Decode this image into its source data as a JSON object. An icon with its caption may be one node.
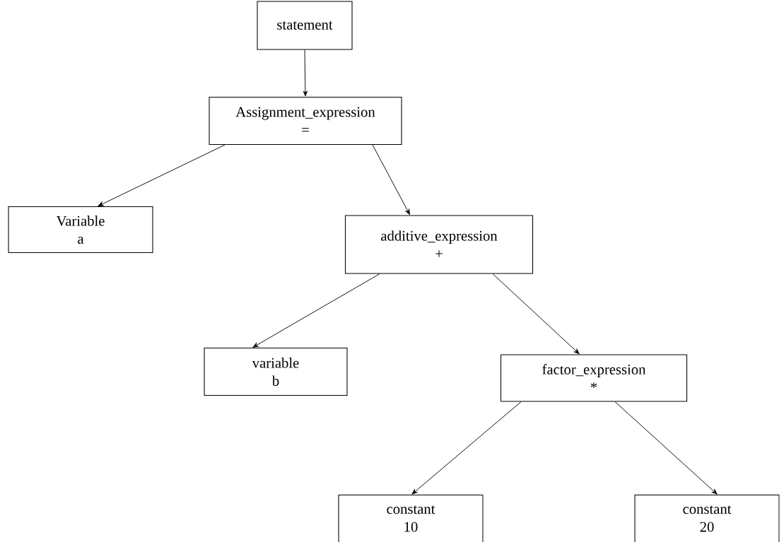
{
  "diagram": {
    "nodes": [
      {
        "text": [
          "statement"
        ]
      },
      {
        "text": [
          "Assignment_expression",
          "="
        ]
      },
      {
        "text": [
          "Variable",
          "a"
        ]
      },
      {
        "text": [
          "additive_expression",
          "+"
        ]
      },
      {
        "text": [
          "variable",
          "b"
        ]
      },
      {
        "text": [
          "factor_expression",
          "*"
        ]
      },
      {
        "text": [
          "constant",
          "10"
        ]
      },
      {
        "text": [
          "constant",
          "20"
        ]
      }
    ],
    "edges": [
      {
        "from": 0,
        "to": 1,
        "arrow": "to"
      },
      {
        "from": 1,
        "to": 2,
        "arrow": "to"
      },
      {
        "from": 1,
        "to": 3,
        "arrow": "to"
      },
      {
        "from": 3,
        "to": 4,
        "arrow": "to"
      },
      {
        "from": 3,
        "to": 5,
        "arrow": "to"
      },
      {
        "from": 5,
        "to": 6,
        "arrow": "to"
      },
      {
        "from": 5,
        "to": 7,
        "arrow": "to"
      }
    ]
  }
}
